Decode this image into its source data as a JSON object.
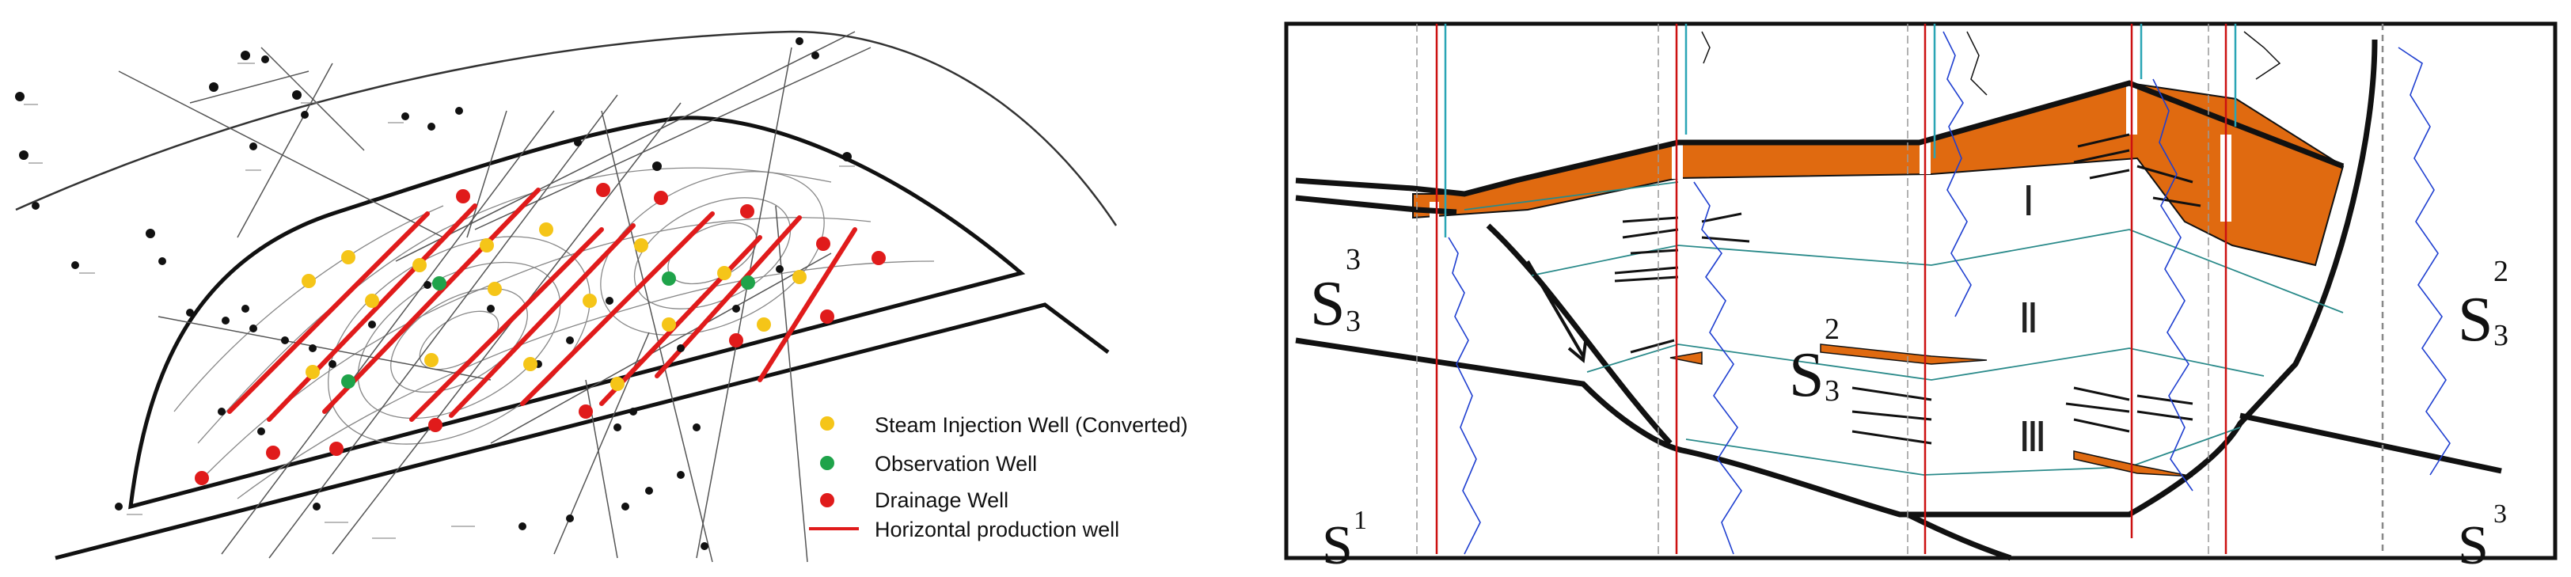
{
  "left_map": {
    "legend": [
      {
        "label": "Steam Injection Well (Converted)",
        "color": "#f5c518",
        "icon": "yellow-dot-icon"
      },
      {
        "label": "Observation Well",
        "color": "#1fa34a",
        "icon": "green-dot-icon"
      },
      {
        "label": "Drainage Well",
        "color": "#e01b1b",
        "icon": "red-dot-icon"
      },
      {
        "label": "Horizontal production well",
        "color": "#e01b1b",
        "icon": "red-line-icon"
      }
    ]
  },
  "cross_section": {
    "zone_labels": [
      "Ⅰ",
      "Ⅱ",
      "Ⅲ"
    ],
    "formation_labels": [
      {
        "base": "S",
        "sup": "3",
        "sub": "3"
      },
      {
        "base": "S",
        "sup": "2",
        "sub": "3"
      },
      {
        "base": "S",
        "sup": "2",
        "sub": "3"
      },
      {
        "base": "S",
        "sup": "1",
        "sub": ""
      },
      {
        "base": "S",
        "sup": "3",
        "sub": ""
      }
    ],
    "colors": {
      "sand": "#e06a10",
      "border": "#111111",
      "log_curve": "#1f3fd0",
      "well_trace": "#cc1111"
    }
  }
}
